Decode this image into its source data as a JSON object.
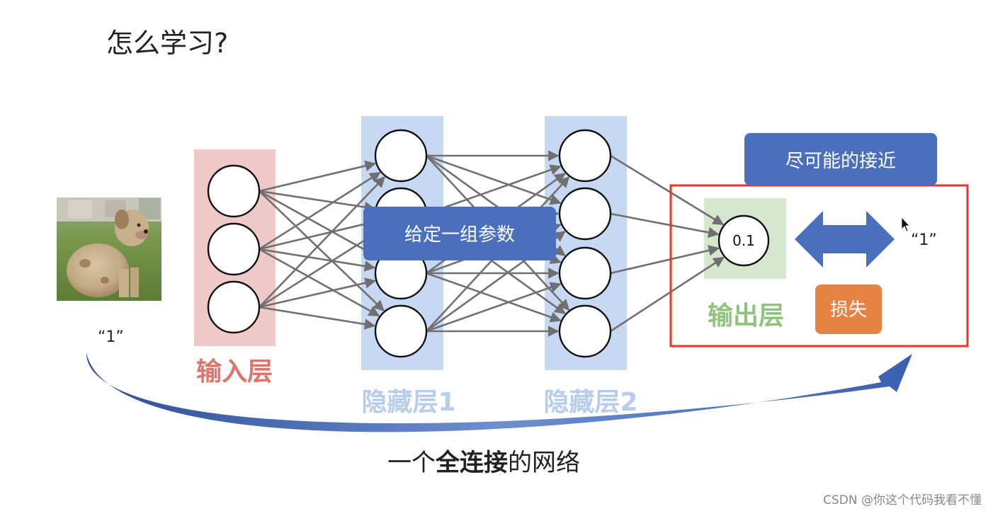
{
  "title": "怎么学习?",
  "image_caption": "“1”",
  "layers": {
    "input": {
      "label": "输入层",
      "nodes": 3
    },
    "hidden1": {
      "label": "隐藏层1",
      "nodes": 4
    },
    "hidden2": {
      "label": "隐藏层2",
      "nodes": 4
    },
    "output": {
      "label": "输出层",
      "nodes": 1,
      "value": "0.1"
    }
  },
  "callouts": {
    "params": "给定一组参数",
    "closest": "尽可能的接近",
    "loss": "损失",
    "target": "“1”"
  },
  "bottom_caption": {
    "part1": "一个",
    "bold": "全连接",
    "part2": "的网络"
  },
  "watermark": "CSDN @你这个代码我看不懂",
  "colors": {
    "input_band": "#efc9c8",
    "input_label": "#e0736b",
    "hidden_band": "#c7d8f2",
    "hidden_label": "#b7cdea",
    "output_band": "#d5e7cd",
    "output_label": "#8fc27a",
    "callout_blue": "#4a6fbd",
    "loss_orange": "#e58244",
    "highlight_red": "#e8352b",
    "edge_gray": "#707070",
    "sweep_blue": "#2f4f9a"
  }
}
